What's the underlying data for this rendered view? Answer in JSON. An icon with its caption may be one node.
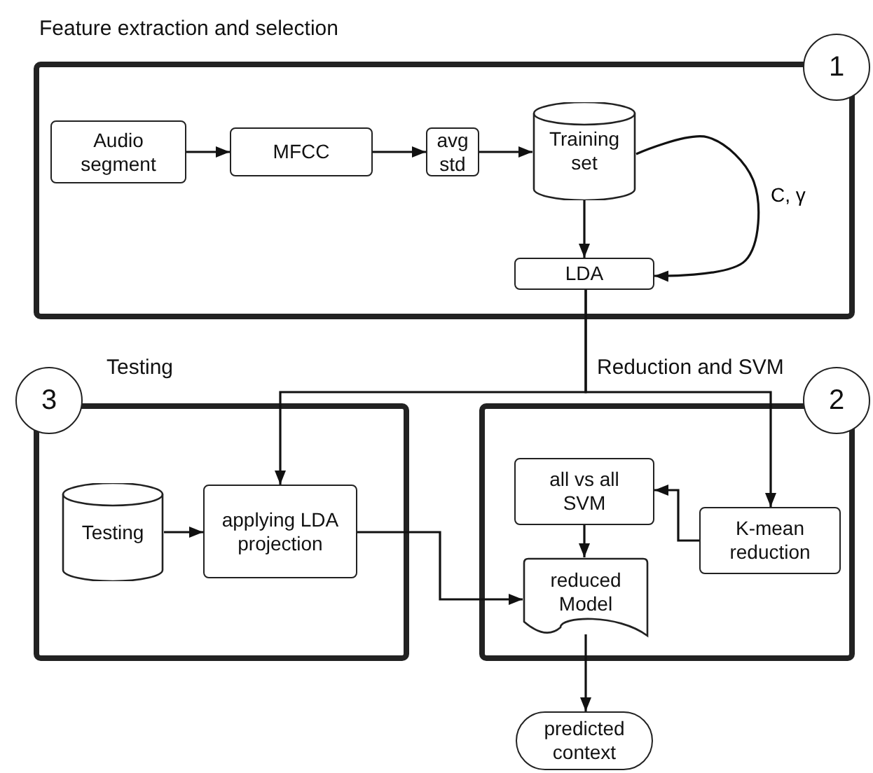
{
  "diagram": {
    "nodes": [
      {
        "text": [
          "Feature extraction and selection"
        ]
      },
      {
        "text": [
          "1"
        ]
      },
      {
        "text": [
          "Audio segment"
        ],
        "in": 0
      },
      {
        "text": [
          "MFCC"
        ],
        "in": 0
      },
      {
        "text": [
          "avg std"
        ],
        "in": 0
      },
      {
        "text": [
          "Training set"
        ],
        "in": 0
      },
      {
        "text": [
          "LDA"
        ],
        "in": 0
      },
      {
        "text": [
          "Testing"
        ]
      },
      {
        "text": [
          "3"
        ]
      },
      {
        "text": [
          "Testing"
        ],
        "in": 7
      },
      {
        "text": [
          "applying LDA projection"
        ],
        "in": 7
      },
      {
        "text": [
          "Reduction and SVM"
        ]
      },
      {
        "text": [
          "2"
        ]
      },
      {
        "text": [
          "all vs all SVM"
        ],
        "in": 11
      },
      {
        "text": [
          "K-mean reduction"
        ],
        "in": 11
      },
      {
        "text": [
          "reduced Model"
        ],
        "in": 11
      },
      {
        "text": [
          "predicted context"
        ]
      }
    ],
    "edges": [
      {
        "from": 2,
        "to": 3,
        "arrow": "to"
      },
      {
        "from": 3,
        "to": 4,
        "arrow": "to"
      },
      {
        "from": 4,
        "to": 5,
        "arrow": "to"
      },
      {
        "from": 5,
        "to": 6,
        "arrow": "to"
      },
      {
        "from": 5,
        "to": 6,
        "label": "C, γ",
        "arrow": "to"
      },
      {
        "from": 6,
        "to": 10,
        "arrow": "to"
      },
      {
        "from": 6,
        "to": 14,
        "arrow": "to"
      },
      {
        "from": 9,
        "to": 10,
        "arrow": "to"
      },
      {
        "from": 10,
        "to": 15,
        "arrow": "to"
      },
      {
        "from": 14,
        "to": 13,
        "arrow": "to"
      },
      {
        "from": 13,
        "to": 15,
        "arrow": "to"
      },
      {
        "from": 15,
        "to": 16,
        "arrow": "to"
      }
    ]
  }
}
